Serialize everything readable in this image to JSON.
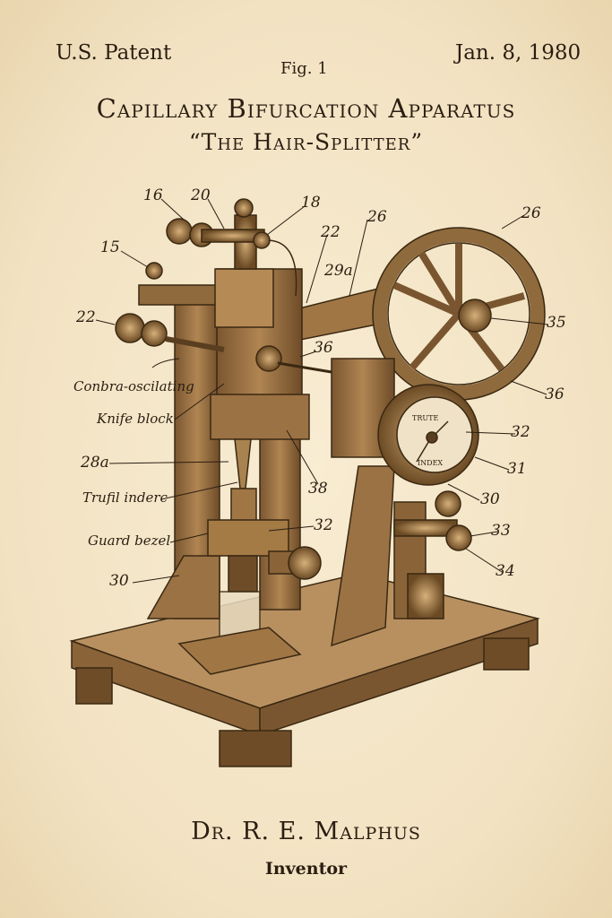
{
  "header": {
    "left": "U.S. Patent",
    "right": "Jan. 8, 1980",
    "figure": "Fig. 1"
  },
  "title": {
    "main": "Capillary Bifurcation Apparatus",
    "subtitle": "“The Hair-Splitter”"
  },
  "callouts": {
    "n16": "16",
    "n20": "20",
    "n18": "18",
    "n22a": "22",
    "n26a": "26",
    "n26b": "26",
    "n29a": "29a",
    "n15": "15",
    "n22b": "22",
    "n36a": "36",
    "n35": "35",
    "n36b": "36",
    "n28a": "28a",
    "n32a": "32",
    "n31": "31",
    "n38": "38",
    "n30a": "30",
    "n32b": "32",
    "n33": "33",
    "n34": "34",
    "n30b": "30"
  },
  "labels": {
    "contra": "Conbra-oscilating",
    "knife": "Knife block",
    "trufil": "Trufil inderc",
    "guard": "Guard bezel"
  },
  "gauge": {
    "top": "TRUTE",
    "bottom": "INDEX"
  },
  "footer": {
    "inventor_name": "Dr. R. E. Malphus",
    "inventor_label": "Inventor"
  },
  "colors": {
    "paper": "#f5e7ca",
    "ink": "#2a1e12",
    "wood": "#a47a45",
    "brass": "#8a6433"
  }
}
